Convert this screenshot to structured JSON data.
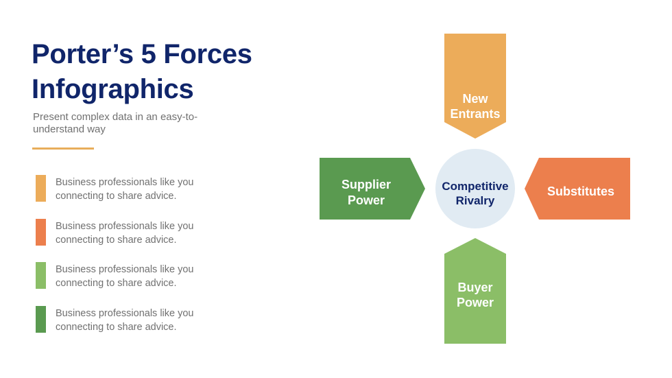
{
  "title_line1": "Porter’s 5 Forces",
  "title_line2": "Infographics",
  "subtitle": "Present complex data in an easy-to-understand way",
  "legend": [
    {
      "line1": "Business professionals like you",
      "line2": "connecting to share advice.",
      "color": "#ecac5a"
    },
    {
      "line1": "Business professionals like you",
      "line2": "connecting to share advice.",
      "color": "#ec7f4d"
    },
    {
      "line1": "Business professionals like you",
      "line2": "connecting to share advice.",
      "color": "#8bbe67"
    },
    {
      "line1": "Business professionals like you",
      "line2": "connecting to share advice.",
      "color": "#5a9a50"
    }
  ],
  "diagram": {
    "center": {
      "line1": "Competitive",
      "line2": "Rivalry",
      "color": "#e1ebf3"
    },
    "top": {
      "line1": "New",
      "line2": "Entrants",
      "color": "#ecac5a"
    },
    "left": {
      "line1": "Supplier",
      "line2": "Power",
      "color": "#5a9a50"
    },
    "right": {
      "line1": "Substitutes",
      "color": "#ec7f4d"
    },
    "bottom": {
      "line1": "Buyer",
      "line2": "Power",
      "color": "#8bbe67"
    }
  }
}
